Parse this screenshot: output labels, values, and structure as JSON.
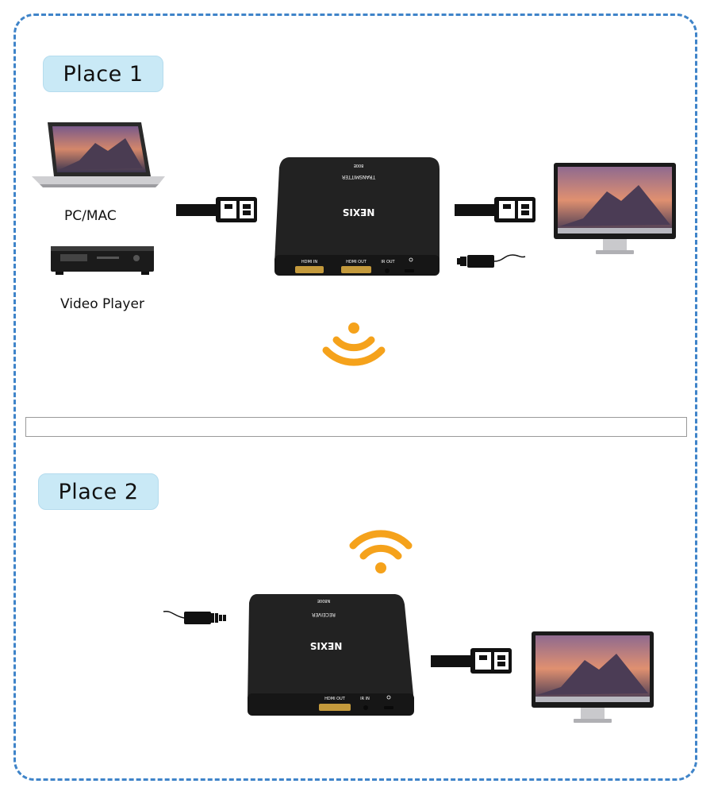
{
  "place1": {
    "label": "Place 1"
  },
  "place2": {
    "label": "Place 2"
  },
  "sources": {
    "pc_label": "PC/MAC",
    "video_player_label": "Video Player"
  },
  "transmitter": {
    "brand": "NEXIS",
    "model": "TRANSMITTER",
    "code": "800E",
    "ports": [
      "HDMI IN",
      "HDMI OUT",
      "IR OUT"
    ]
  },
  "receiver": {
    "brand": "NEXIS",
    "model": "RECEIVER",
    "code": "N800E",
    "ports": [
      "HDMI OUT",
      "IR IN"
    ]
  },
  "colors": {
    "frame": "#3f84c9",
    "label_bg": "#c9e9f6",
    "wifi": "#f5a21b",
    "device": "#1e1e1e"
  },
  "icons": [
    "laptop-icon",
    "video-player-icon",
    "hdmi-cable-icon",
    "power-cable-icon",
    "monitor-icon",
    "wifi-icon"
  ]
}
